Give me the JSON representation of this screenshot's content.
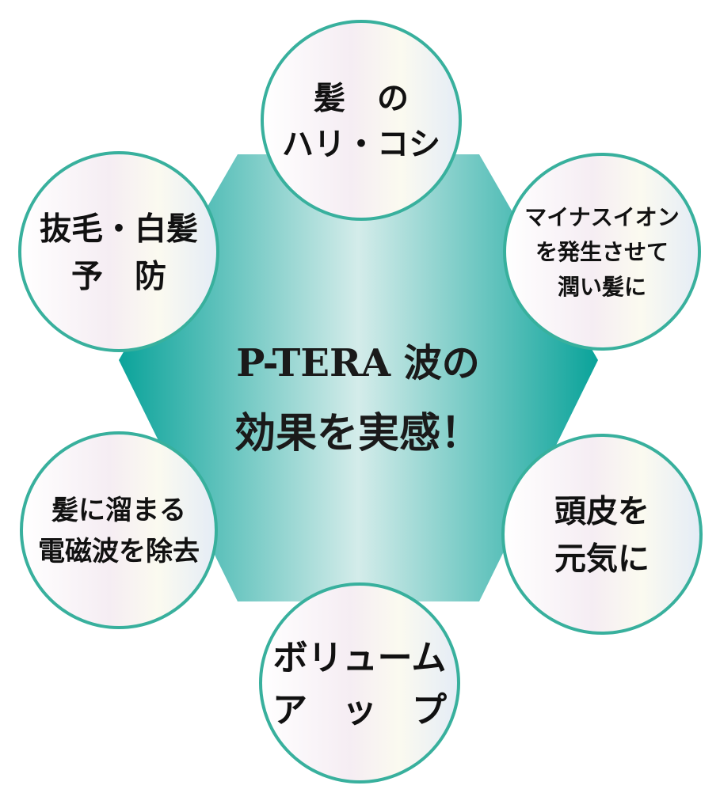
{
  "center": {
    "line1": "P-TERA 波の",
    "line2": "効果を実感！"
  },
  "colors": {
    "hex_dark": "#0aa39a",
    "hex_light": "#d4ecea",
    "circle_stroke": "#38b09d",
    "text": "#111111"
  },
  "benefits": [
    {
      "id": "hair-firmness",
      "lines": [
        "髪　の",
        "ハリ・コシ"
      ]
    },
    {
      "id": "minus-ion",
      "lines": [
        "マイナスイオン",
        "を発生させて",
        "潤い髪に"
      ]
    },
    {
      "id": "scalp-vitality",
      "lines": [
        "頭皮を",
        "元気に"
      ]
    },
    {
      "id": "volume-up",
      "lines": [
        "ボリューム",
        "ア　ッ　プ"
      ]
    },
    {
      "id": "remove-em-waves",
      "lines": [
        "髪に溜まる",
        "電磁波を除去"
      ]
    },
    {
      "id": "hair-loss-prevention",
      "lines": [
        "抜毛・白髪",
        "予　防"
      ]
    }
  ]
}
